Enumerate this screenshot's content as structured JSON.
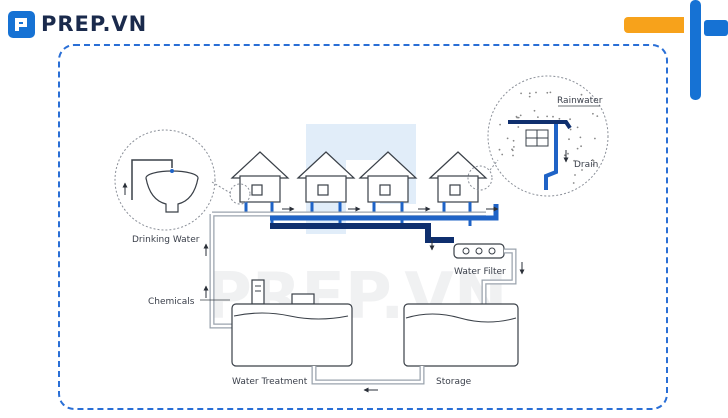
{
  "brand": {
    "name": "PREP.VN",
    "watermark": "PREP.VN",
    "primary_color": "#1672d4",
    "accent_color": "#f7a21b",
    "text_color": "#1a2a4c"
  },
  "diagram": {
    "labels": {
      "rainwater": "Rainwater",
      "drain": "Drain",
      "drinking_water": "Drinking Water",
      "water_filter": "Water Filter",
      "chemicals": "Chemicals",
      "water_treatment": "Water Treatment",
      "storage": "Storage"
    },
    "colors": {
      "pipe_dark": "#0f2f6e",
      "pipe_mid": "#1f63c6",
      "outline": "#3a4048",
      "arrow": "#2a2f38",
      "dots": "#888888"
    },
    "icons": [
      "house-icon",
      "tank-icon",
      "filter-icon",
      "funnel-icon",
      "rain-dots"
    ]
  }
}
